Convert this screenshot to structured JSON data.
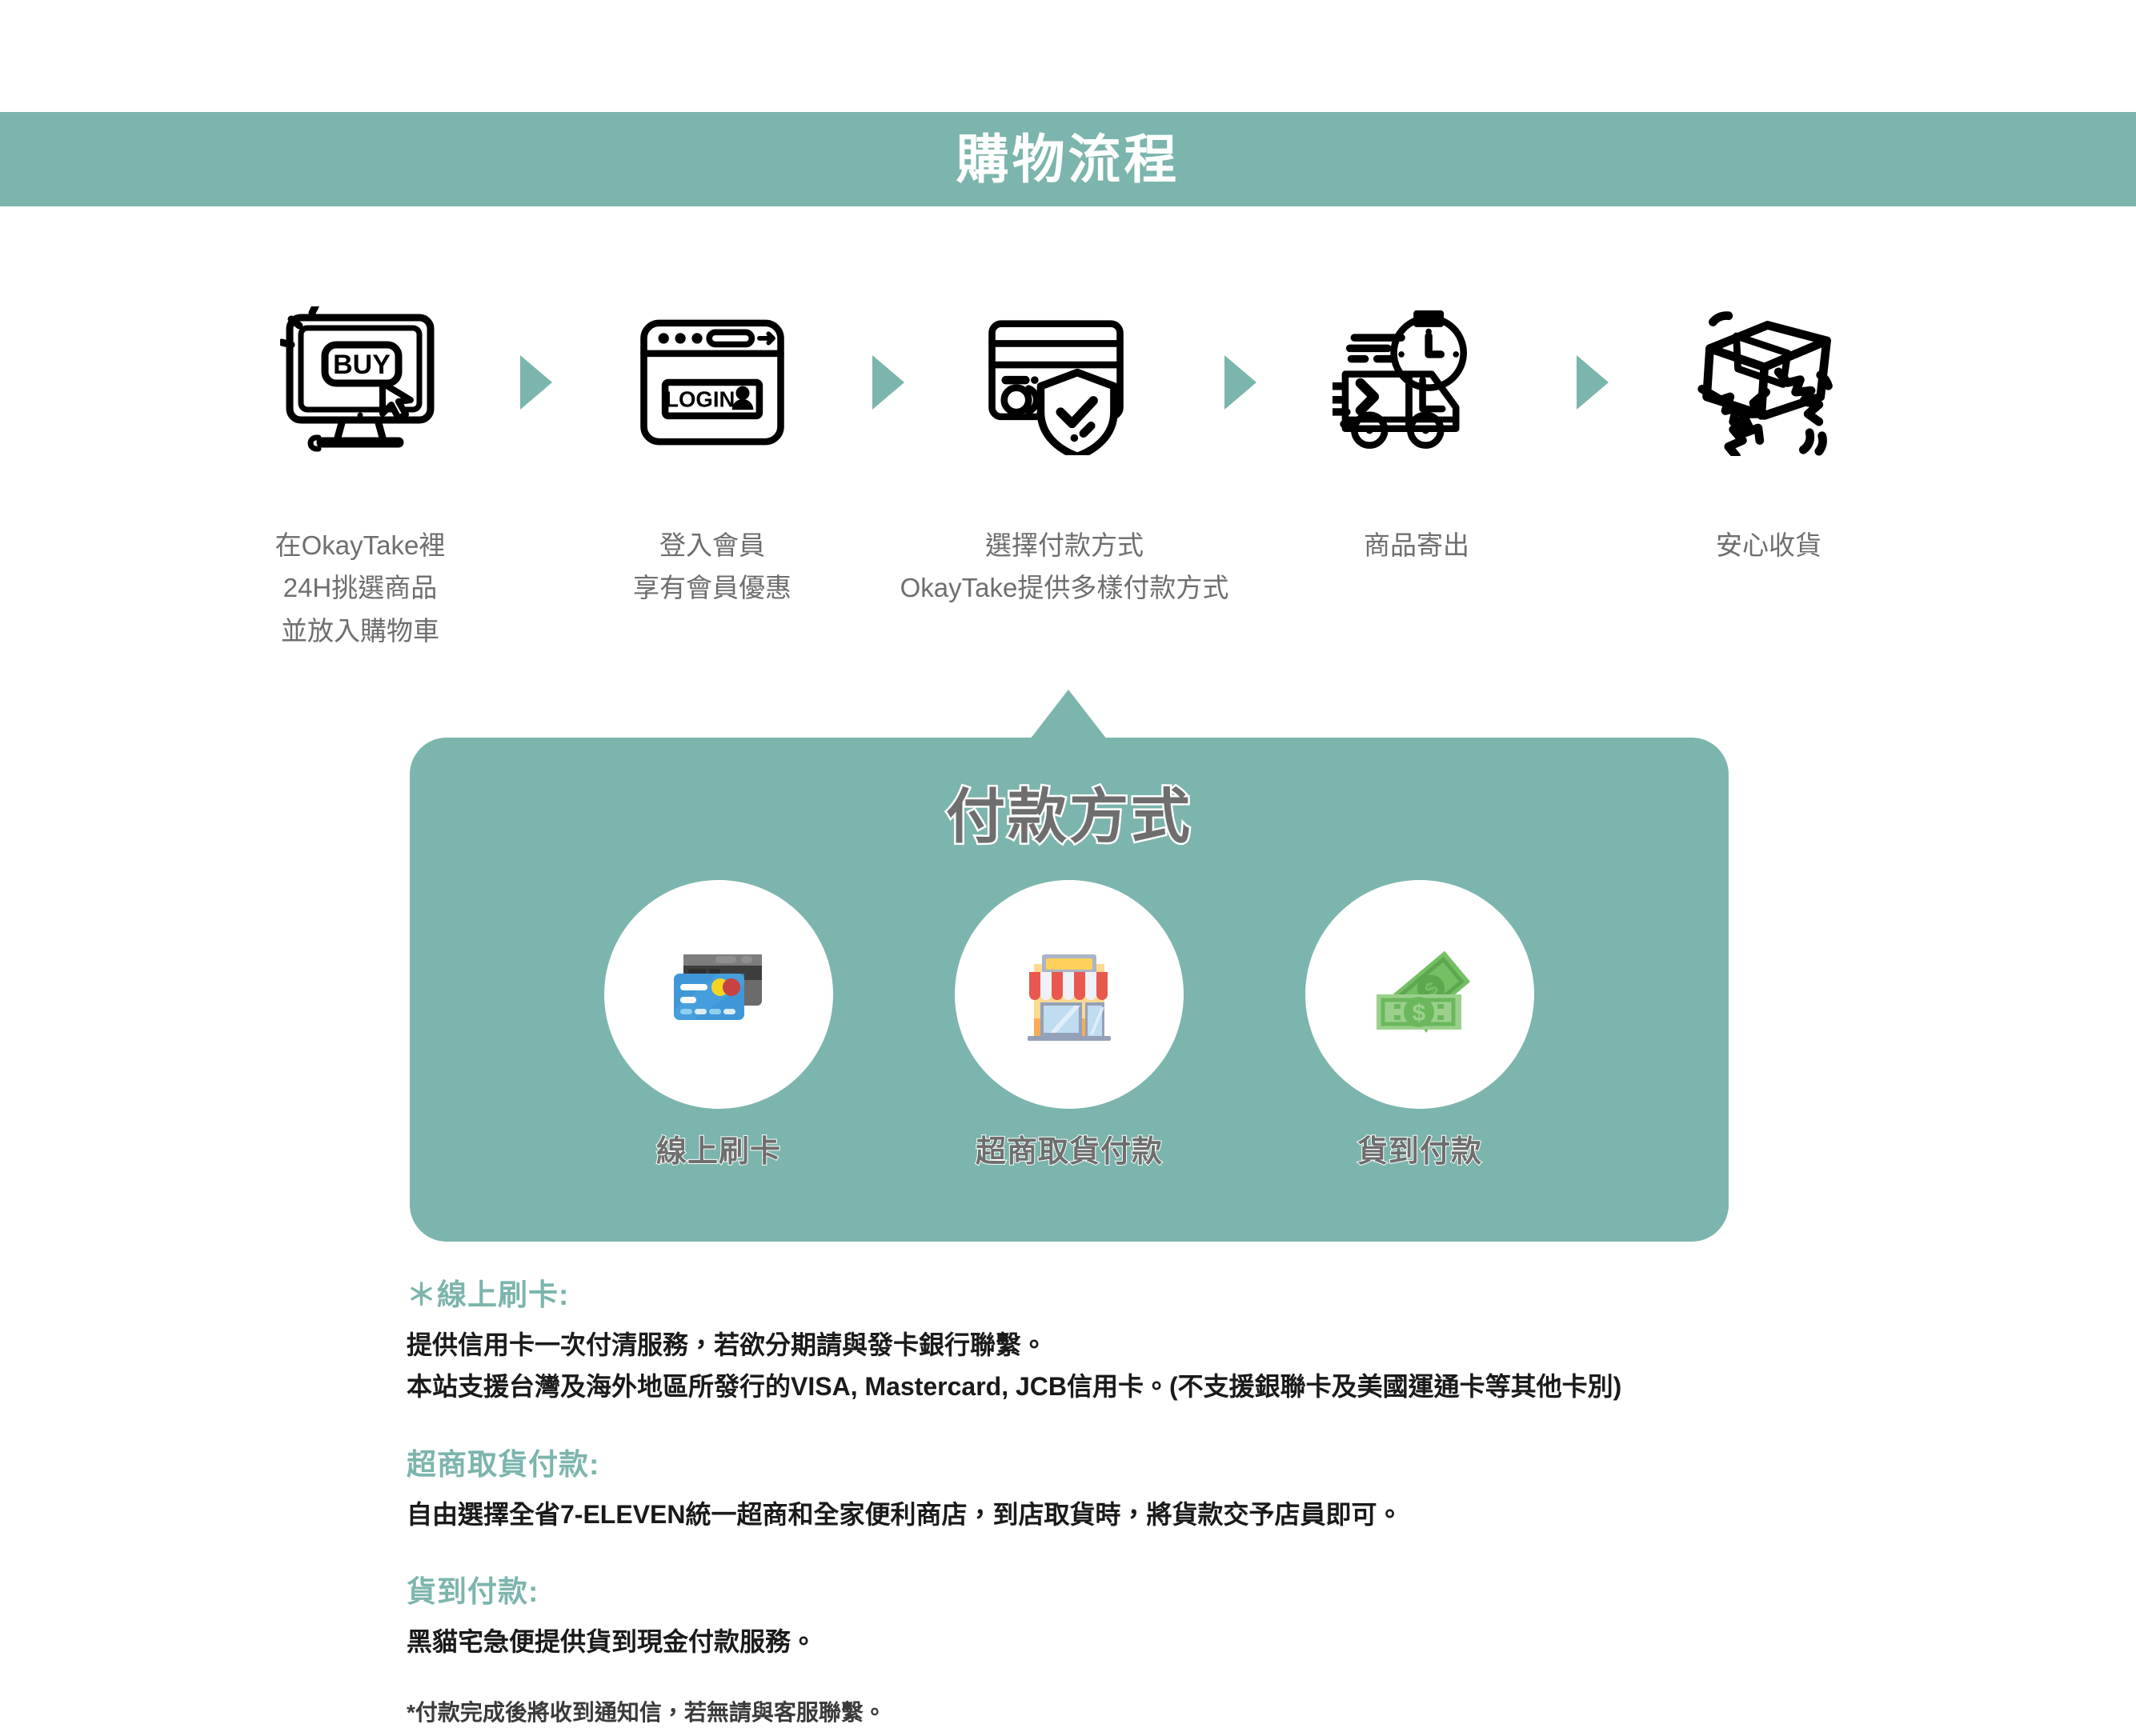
{
  "header": {
    "title": "購物流程",
    "background_color": "#7cb5ad",
    "text_color": "#ffffff"
  },
  "flow": {
    "arrow_color": "#7cb5ad",
    "steps": [
      {
        "icon": "monitor-buy-icon",
        "lines": [
          "在OkayTake裡",
          "24H挑選商品",
          "並放入購物車"
        ]
      },
      {
        "icon": "browser-login-icon",
        "lines": [
          "登入會員",
          "享有會員優惠"
        ]
      },
      {
        "icon": "credit-card-shield-icon",
        "lines": [
          "選擇付款方式",
          "OkayTake提供多樣付款方式"
        ]
      },
      {
        "icon": "delivery-truck-clock-icon",
        "lines": [
          "商品寄出"
        ]
      },
      {
        "icon": "hands-receiving-box-icon",
        "lines": [
          "安心收貨"
        ]
      }
    ]
  },
  "payment_panel": {
    "title": "付款方式",
    "background_color": "#7cb5ad",
    "title_color": "#6e6e6e",
    "methods": [
      {
        "icon": "credit-card-icon",
        "label": "線上刷卡"
      },
      {
        "icon": "convenience-store-icon",
        "label": "超商取貨付款"
      },
      {
        "icon": "cash-banknote-icon",
        "label": "貨到付款"
      }
    ]
  },
  "notes": {
    "heading_color": "#7cb5ad",
    "blocks": [
      {
        "heading": "＊線上刷卡:",
        "lines": [
          "提供信用卡一次付清服務，若欲分期請與發卡銀行聯繫。",
          "本站支援台灣及海外地區所發行的VISA, Mastercard, JCB信用卡。(不支援銀聯卡及美國運通卡等其他卡別)"
        ]
      },
      {
        "heading": "超商取貨付款:",
        "lines": [
          "自由選擇全省7-ELEVEN統一超商和全家便利商店，到店取貨時，將貨款交予店員即可。"
        ]
      },
      {
        "heading": "貨到付款:",
        "lines": [
          "黑貓宅急便提供貨到現金付款服務。"
        ]
      }
    ],
    "footer": "*付款完成後將收到通知信，若無請與客服聯繫。"
  }
}
